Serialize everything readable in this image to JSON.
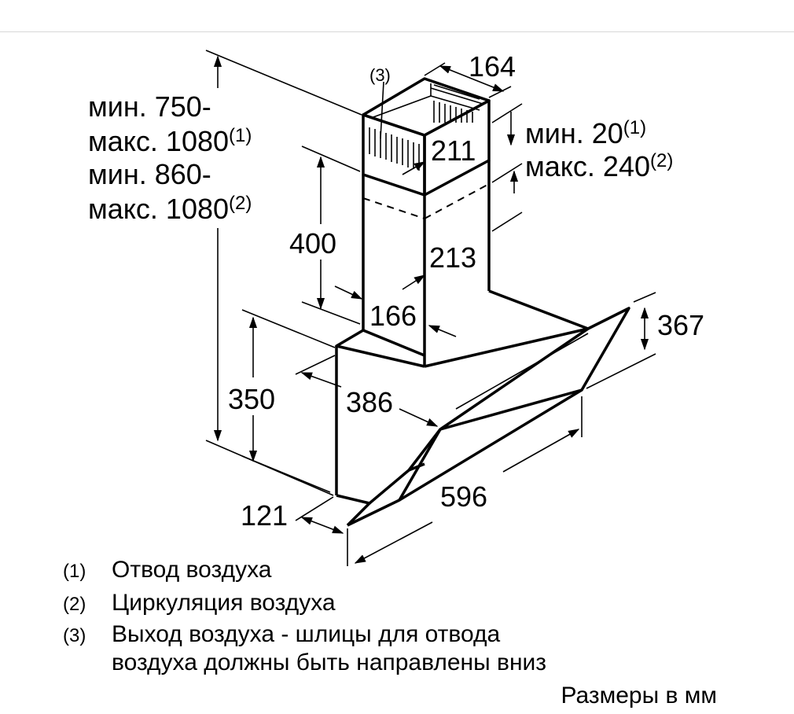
{
  "dimensions": {
    "height_total_line1": "мин. 750-",
    "height_total_line2": "макс. 1080",
    "height_total_line2_note": "(1)",
    "height_total_line3": "мин. 860-",
    "height_total_line4": "макс. 1080",
    "height_total_line4_note": "(2)",
    "duct_width_top": "164",
    "duct_depth_upper": "211",
    "duct_depth_lower": "213",
    "duct_width_lower": "166",
    "duct_inner_height": "400",
    "gap_min": "мин. 20",
    "gap_min_note": "(1)",
    "gap_max": "макс. 240",
    "gap_max_note": "(2)",
    "hood_height": "350",
    "hood_depth": "386",
    "glass_height": "367",
    "hood_width": "596",
    "bottom_offset": "121",
    "outlet_callout": "(3)"
  },
  "legend": [
    {
      "num": "(1)",
      "text": "Отвод воздуха"
    },
    {
      "num": "(2)",
      "text": "Циркуляция воздуха"
    },
    {
      "num": "(3)",
      "text": "Выход воздуха - шлицы для отвода",
      "text2": "воздуха должны быть направлены вниз"
    }
  ],
  "units_note": "Размеры в мм"
}
